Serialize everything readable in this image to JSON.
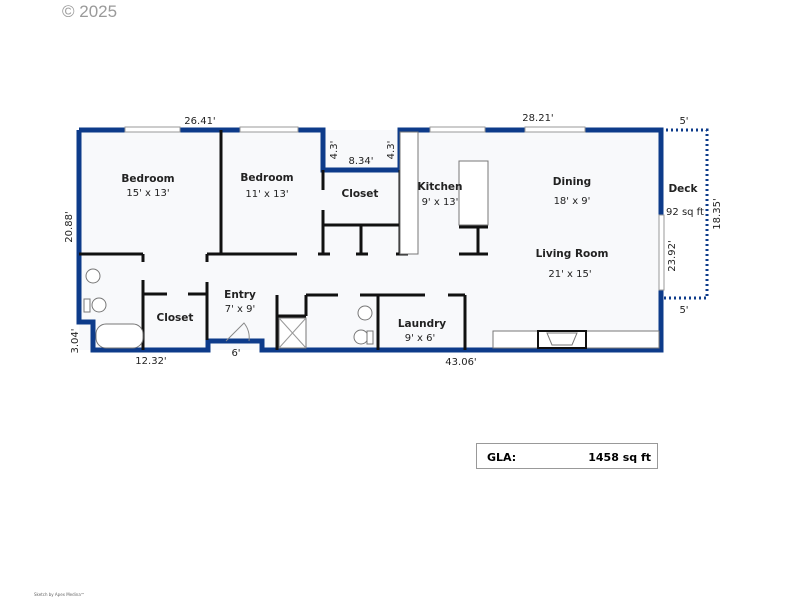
{
  "copyright": "© 2025",
  "credit": "Sketch by Apex Medina™",
  "rooms": [
    {
      "name": "Bedroom",
      "size": "15' x 13'"
    },
    {
      "name": "Bedroom",
      "size": "11' x 13'"
    },
    {
      "name": "Closet",
      "size": ""
    },
    {
      "name": "Kitchen",
      "size": "9' x 13'"
    },
    {
      "name": "Dining",
      "size": "18' x 9'"
    },
    {
      "name": "Living Room",
      "size": "21' x 15'"
    },
    {
      "name": "Deck",
      "size": "92 sq ft"
    },
    {
      "name": "Closet",
      "size": ""
    },
    {
      "name": "Entry",
      "size": "7' x 9'"
    },
    {
      "name": "Laundry",
      "size": "9' x 6'"
    }
  ],
  "dimensions": {
    "top_left": "26.41'",
    "top_right": "28.21'",
    "closet_width": "8.34'",
    "closet_left": "4.3'",
    "closet_right": "4.3'",
    "left": "20.88'",
    "left_step": "3.04'",
    "bottom_left": "12.32'",
    "entry": "6'",
    "bottom": "43.06'",
    "right": "23.92'",
    "deck_top": "5'",
    "deck_bottom": "5'",
    "deck_side": "18.35'"
  },
  "summary": {
    "label": "GLA:",
    "value": "1458 sq ft"
  },
  "colors": {
    "exterior_wall": "#0d3b8a",
    "interior_wall": "#111111"
  }
}
